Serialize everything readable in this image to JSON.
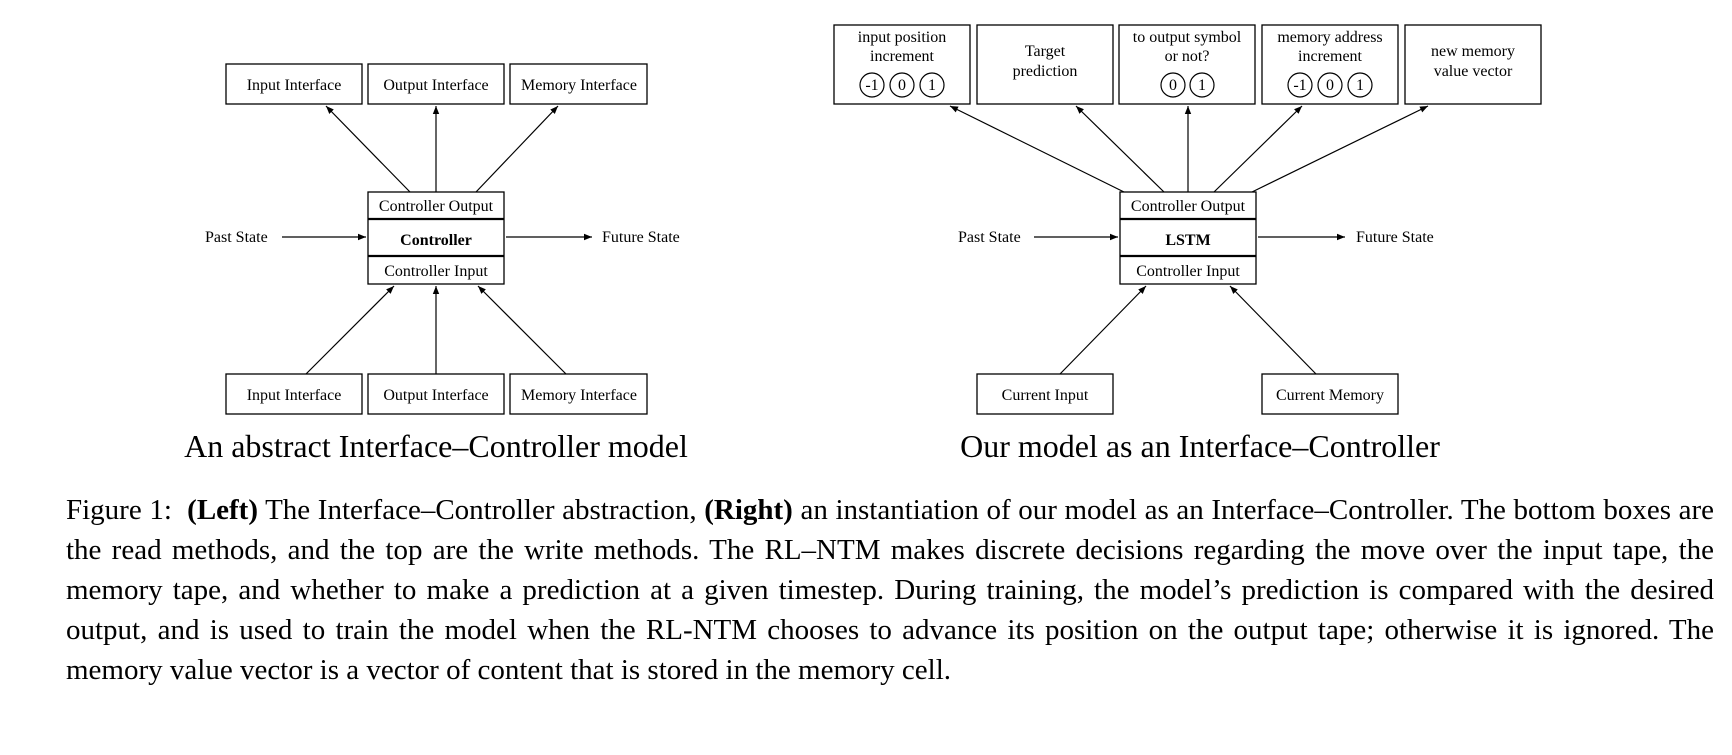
{
  "left": {
    "top_boxes": [
      "Input Interface",
      "Output Interface",
      "Memory Interface"
    ],
    "bottom_boxes": [
      "Input Interface",
      "Output Interface",
      "Memory Interface"
    ],
    "controller_output": "Controller Output",
    "controller": "Controller",
    "controller_input": "Controller Input",
    "past_state": "Past State",
    "future_state": "Future State",
    "subtitle": "An abstract Interface–Controller model"
  },
  "right": {
    "top_boxes": [
      {
        "lines": [
          "input position",
          "increment"
        ],
        "options": [
          "-1",
          "0",
          "1"
        ]
      },
      {
        "lines": [
          "Target",
          "prediction"
        ],
        "options": []
      },
      {
        "lines": [
          "to output symbol",
          "or not?"
        ],
        "options": [
          "0",
          "1"
        ]
      },
      {
        "lines": [
          "memory address",
          "increment"
        ],
        "options": [
          "-1",
          "0",
          "1"
        ]
      },
      {
        "lines": [
          "new memory",
          "value vector"
        ],
        "options": []
      }
    ],
    "controller_output": "Controller Output",
    "controller": "LSTM",
    "controller_input": "Controller Input",
    "past_state": "Past State",
    "future_state": "Future State",
    "bottom_boxes": [
      "Current Input",
      "Current Memory"
    ],
    "subtitle": "Our model as an Interface–Controller"
  },
  "caption": {
    "figure_label": "Figure 1:",
    "left_tag": "(Left)",
    "text_1": " The Interface–Controller abstraction, ",
    "right_tag": "(Right)",
    "text_2": " an instantiation of our model as an Interface–Controller. The bottom boxes are the read methods, and the top are the write methods. The RL–NTM makes discrete decisions regarding the move over the input tape, the memory tape, and whether to make a prediction at a given timestep. During training, the model’s prediction is compared with the desired output, and is used to train the model when the RL-NTM chooses to advance its position on the output tape; otherwise it is ignored. The memory value vector is a vector of content that is stored in the memory cell."
  }
}
